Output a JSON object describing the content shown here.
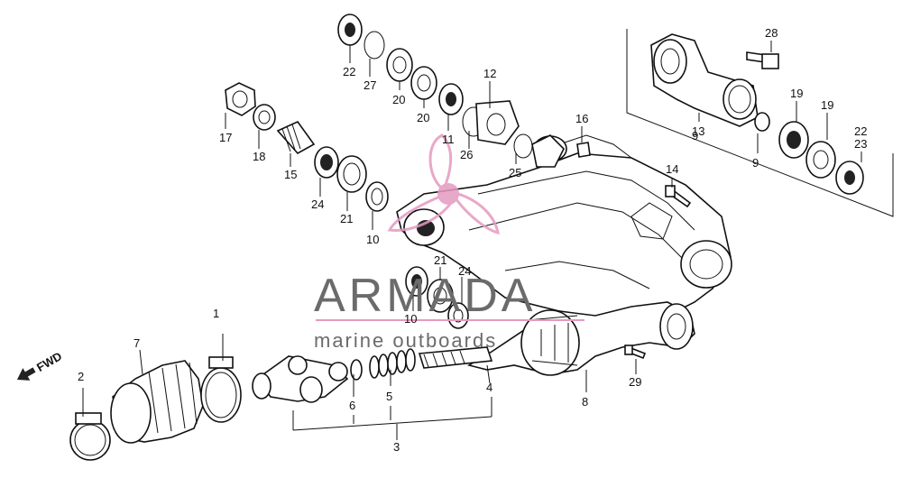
{
  "diagram": {
    "fwd_label": "FWD",
    "callouts": [
      {
        "id": "c1",
        "text": "1"
      },
      {
        "id": "c2",
        "text": "2"
      },
      {
        "id": "c3",
        "text": "3"
      },
      {
        "id": "c4",
        "text": "4"
      },
      {
        "id": "c5",
        "text": "5"
      },
      {
        "id": "c6",
        "text": "6"
      },
      {
        "id": "c7",
        "text": "7"
      },
      {
        "id": "c8",
        "text": "8"
      },
      {
        "id": "c9a",
        "text": "9"
      },
      {
        "id": "c9b",
        "text": "9"
      },
      {
        "id": "c10a",
        "text": "10"
      },
      {
        "id": "c10b",
        "text": "10"
      },
      {
        "id": "c11",
        "text": "11"
      },
      {
        "id": "c12",
        "text": "12"
      },
      {
        "id": "c13",
        "text": "13"
      },
      {
        "id": "c14",
        "text": "14"
      },
      {
        "id": "c15",
        "text": "15"
      },
      {
        "id": "c16",
        "text": "16"
      },
      {
        "id": "c17",
        "text": "17"
      },
      {
        "id": "c18",
        "text": "18"
      },
      {
        "id": "c19a",
        "text": "19"
      },
      {
        "id": "c19b",
        "text": "19"
      },
      {
        "id": "c20a",
        "text": "20"
      },
      {
        "id": "c20b",
        "text": "20"
      },
      {
        "id": "c21a",
        "text": "21"
      },
      {
        "id": "c21b",
        "text": "21"
      },
      {
        "id": "c22a",
        "text": "22"
      },
      {
        "id": "c22b",
        "text": "22"
      },
      {
        "id": "c23",
        "text": "23"
      },
      {
        "id": "c24a",
        "text": "24"
      },
      {
        "id": "c24b",
        "text": "24"
      },
      {
        "id": "c25",
        "text": "25"
      },
      {
        "id": "c26",
        "text": "26"
      },
      {
        "id": "c27",
        "text": "27"
      },
      {
        "id": "c28",
        "text": "28"
      },
      {
        "id": "c29",
        "text": "29"
      }
    ]
  },
  "watermark": {
    "brand": "ARMADA",
    "tagline": "marine outboards",
    "color": "#e59ac0"
  }
}
